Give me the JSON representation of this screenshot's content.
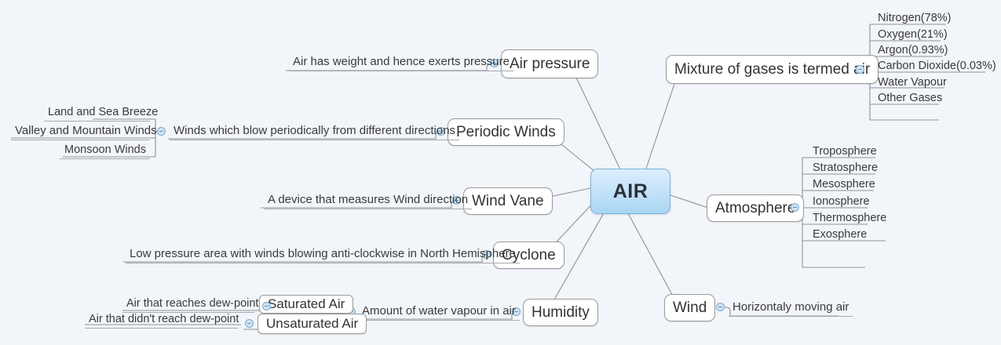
{
  "root": {
    "label": "AIR"
  },
  "colors": {
    "background": "#f2f5f9",
    "root_fill_top": "#dceefc",
    "root_fill_bottom": "#a9d6f3",
    "root_border": "#7fb4da",
    "node_fill": "#ffffff",
    "node_border": "#9a9a9a",
    "edge": "#8d9298",
    "dot_fill": "#cfe4f5",
    "dot_border": "#7ba9cc",
    "text": "#333333"
  },
  "branches": {
    "mixture_of_gases": {
      "label": "Mixture of gases is termed air",
      "children": [
        "Nitrogen(78%)",
        "Oxygen(21%)",
        "Argon(0.93%)",
        "Carbon Dioxide(0.03%)",
        "Water Vapour",
        "Other Gases"
      ]
    },
    "atmosphere": {
      "label": "Atmosphere",
      "children": [
        "Troposphere",
        "Stratosphere",
        "Mesosphere",
        "Ionosphere",
        "Thermosphere",
        "Exosphere"
      ]
    },
    "wind": {
      "label": "Wind",
      "children": [
        "Horizontaly moving air"
      ]
    },
    "air_pressure": {
      "label": "Air pressure",
      "children": [
        "Air has weight and hence exerts pressure"
      ]
    },
    "periodic_winds": {
      "label": "Periodic Winds",
      "description": "Winds which blow periodically from different directions",
      "children": [
        "Land and Sea Breeze",
        "Valley and Mountain Winds",
        "Monsoon Winds"
      ]
    },
    "wind_vane": {
      "label": "Wind Vane",
      "children": [
        "A device that measures Wind direction"
      ]
    },
    "cyclone": {
      "label": "Cyclone",
      "children": [
        "Low pressure area with winds blowing anti-clockwise in North Hemisphere"
      ]
    },
    "humidity": {
      "label": "Humidity",
      "description": "Amount of water vapour in air",
      "children": [
        {
          "label": "Saturated Air",
          "detail": "Air that reaches dew-point"
        },
        {
          "label": "Unsaturated Air",
          "detail": "Air that didn't reach dew-point"
        }
      ]
    }
  }
}
